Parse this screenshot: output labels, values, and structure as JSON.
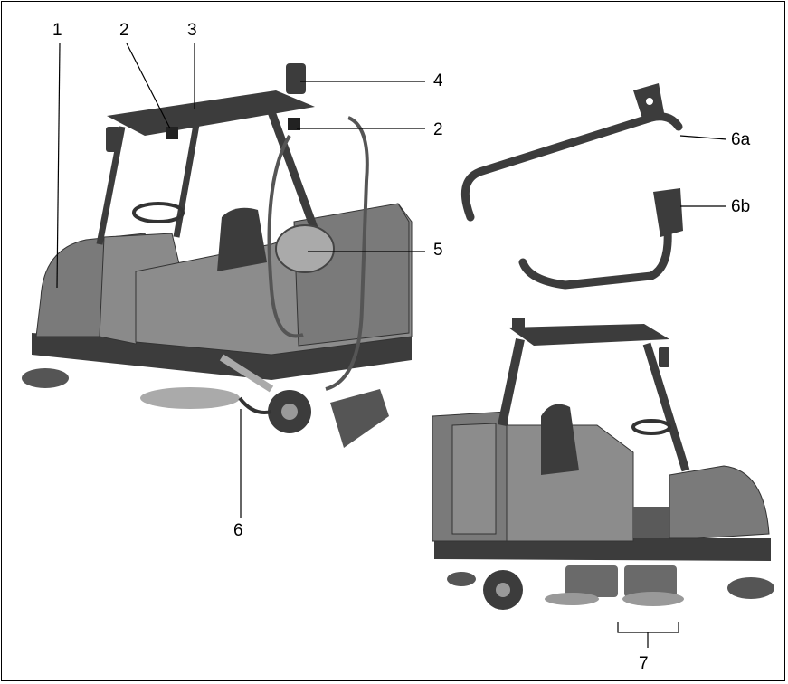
{
  "colors": {
    "frame": "#000000",
    "frame_body": "#555555",
    "body_dark": "#3c3c3c",
    "body_mid": "#7a7a7a",
    "body_light": "#9a9a9a",
    "background": "#ffffff"
  },
  "callouts": {
    "c1": "1",
    "c2a": "2",
    "c3": "3",
    "c4": "4",
    "c2b": "2",
    "c5": "5",
    "c6": "6",
    "c6a": "6a",
    "c6b": "6b",
    "c7": "7"
  }
}
